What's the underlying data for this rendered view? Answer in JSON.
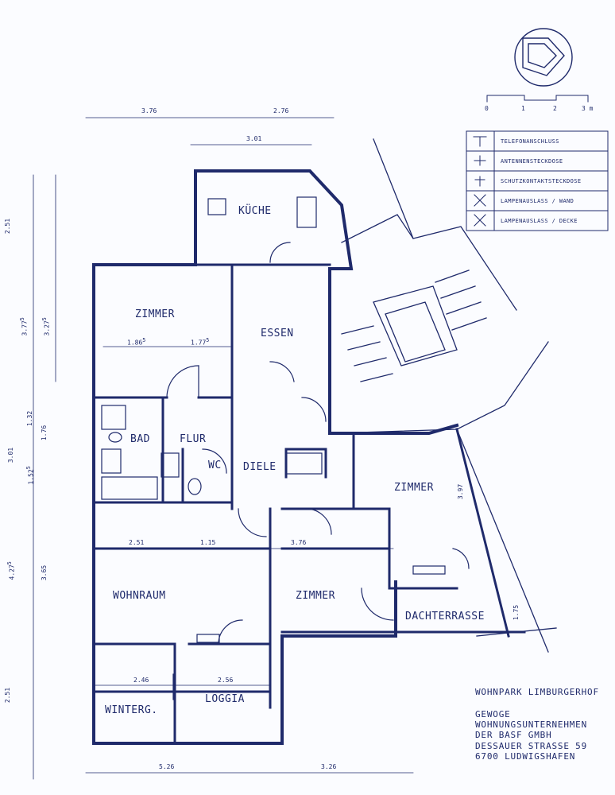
{
  "rooms": {
    "kueche": "KÜCHE",
    "zimmer1": "ZIMMER",
    "essen": "ESSEN",
    "bad": "BAD",
    "flur": "FLUR",
    "wc": "WC",
    "diele": "DIELE",
    "zimmer2": "ZIMMER",
    "wohnraum": "WOHNRAUM",
    "zimmer3": "ZIMMER",
    "dachterrasse": "DACHTERRASSE",
    "winterg": "WINTERG.",
    "loggia": "LOGGIA"
  },
  "dims_top": [
    "3.76",
    "2.76",
    "3.01"
  ],
  "dims_interior": [
    "1.86",
    "1.77",
    "2.51",
    "1.15",
    "3.76",
    "2.46",
    "2.56"
  ],
  "dims_bottom": [
    "5.26",
    "3.26"
  ],
  "dims_left": [
    "2.51",
    "3.77",
    "3.27",
    "1.32",
    "1.76",
    "3.01",
    "1.52",
    "4.27",
    "3.65",
    "2.51"
  ],
  "dims_right": [
    "3.97",
    "1.75"
  ],
  "dim_superscript": "5",
  "scale": {
    "labels": [
      "0",
      "1",
      "2",
      "3 m"
    ]
  },
  "legend": [
    {
      "label": "TELEFONANSCHLUSS",
      "icon": "telephone-outlet-symbol"
    },
    {
      "label": "ANTENNENSTECKDOSE",
      "icon": "antenna-socket-symbol"
    },
    {
      "label": "SCHUTZKONTAKTSTECKDOSE",
      "icon": "grounded-socket-symbol"
    },
    {
      "label": "LAMPENAUSLASS / WAND",
      "icon": "wall-lamp-symbol"
    },
    {
      "label": "LAMPENAUSLASS / DECKE",
      "icon": "ceiling-lamp-symbol"
    }
  ],
  "title_block": {
    "project": "WOHNPARK LIMBURGERHOF",
    "company_line1": "GEWOGE",
    "company_line2": "WOHNUNGSUNTERNEHMEN",
    "company_line3": "DER BASF GMBH",
    "address_line1": "DESSAUER STRASSE 59",
    "address_line2": "6700 LUDWIGSHAFEN"
  },
  "colors": {
    "ink": "#1f2a6b",
    "paper": "#fbfcff"
  }
}
